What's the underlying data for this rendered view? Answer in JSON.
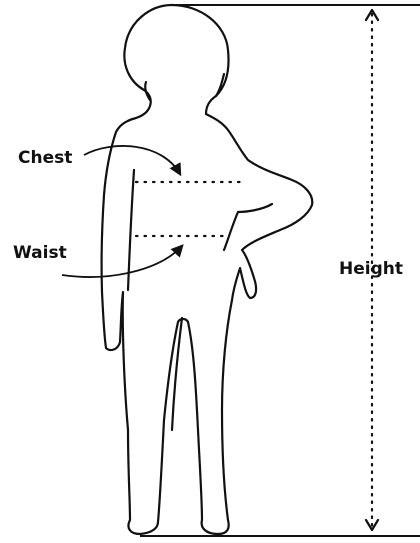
{
  "labels": {
    "chest": "Chest",
    "waist": "Waist",
    "height": "Height"
  },
  "colors": {
    "line": "#111111",
    "background": "#ffffff"
  }
}
